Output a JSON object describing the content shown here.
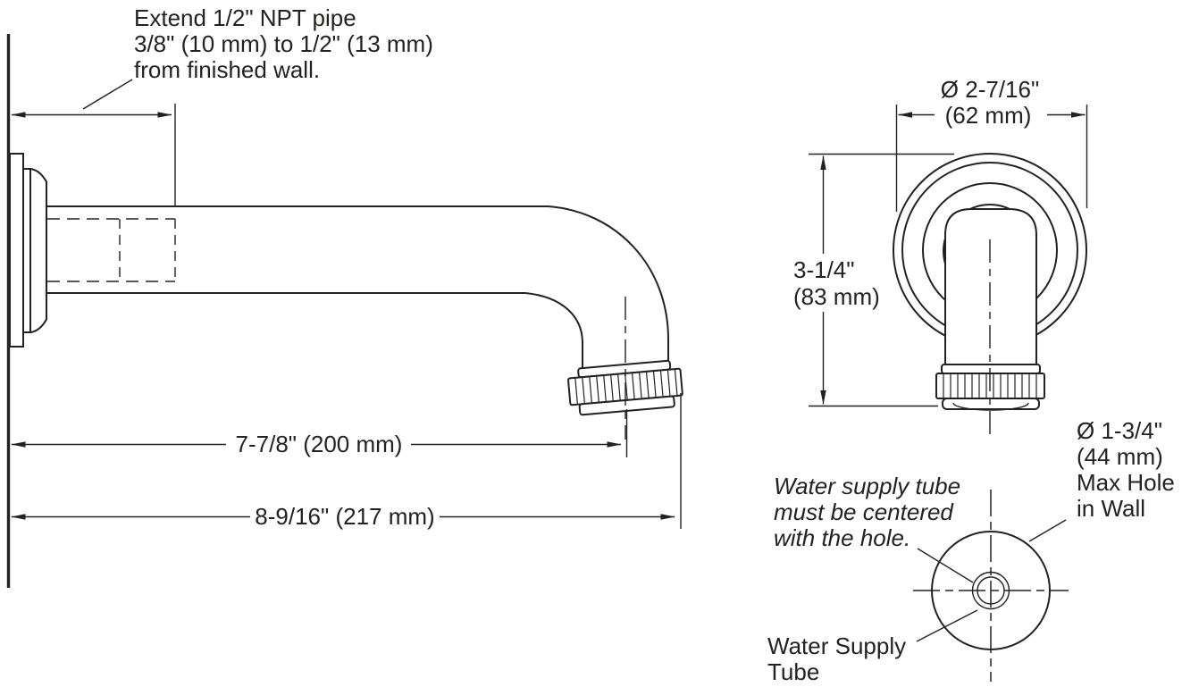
{
  "page": {
    "background": "#ffffff",
    "line_color": "#242120"
  },
  "side_view": {
    "note_extend": {
      "line1": "Extend 1/2\" NPT pipe",
      "line2": "3/8\" (10 mm) to 1/2\" (13 mm)",
      "line3": "from finished wall."
    },
    "dim_wall_to_outlet": "7-7/8\" (200 mm)",
    "dim_overall_length": "8-9/16\" (217 mm)"
  },
  "front_view": {
    "dim_escutcheon_diameter": {
      "line1": "Ø 2-7/16\"",
      "line2": "(62 mm)"
    },
    "dim_drop_height": {
      "line1": "3-1/4\"",
      "line2": "(83 mm)"
    }
  },
  "hole_view": {
    "dim_max_hole": {
      "line1": "Ø 1-3/4\"",
      "line2": "(44 mm)",
      "line3": "Max Hole",
      "line4": "in Wall"
    },
    "note_centered": {
      "line1": "Water supply tube",
      "line2": "must be centered",
      "line3": "with the hole."
    },
    "label_supply_tube": {
      "line1": "Water Supply",
      "line2": "Tube"
    }
  }
}
